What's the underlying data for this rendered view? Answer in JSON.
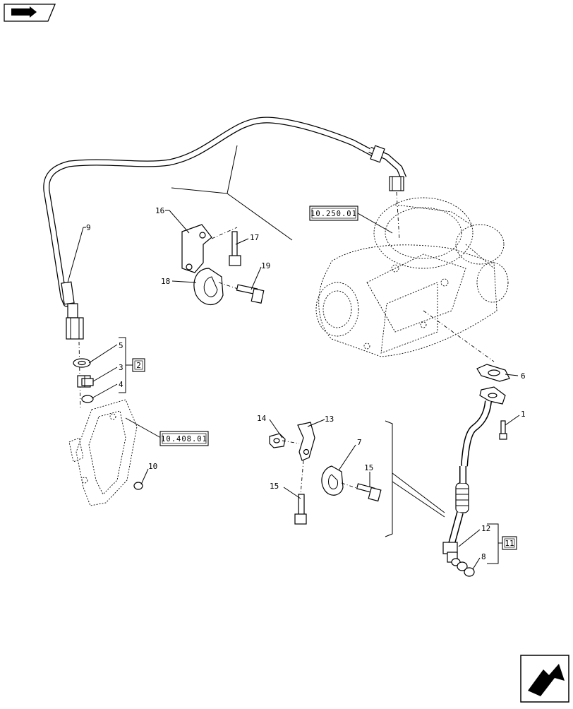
{
  "refs": {
    "r10250": "10.250.01",
    "r10408": "10.408.01"
  },
  "kits": {
    "k2": "2",
    "k11": "11"
  },
  "callouts": {
    "c1": "1",
    "c3": "3",
    "c4": "4",
    "c5": "5",
    "c6": "6",
    "c7": "7",
    "c8": "8",
    "c9": "9",
    "c10": "10",
    "c12": "12",
    "c13": "13",
    "c14": "14",
    "c15a": "15",
    "c15b": "15",
    "c16": "16",
    "c17": "17",
    "c18": "18",
    "c19": "19"
  },
  "icons": {
    "top_left": "page-back-icon",
    "bottom_right": "next-page-arrow-icon"
  }
}
